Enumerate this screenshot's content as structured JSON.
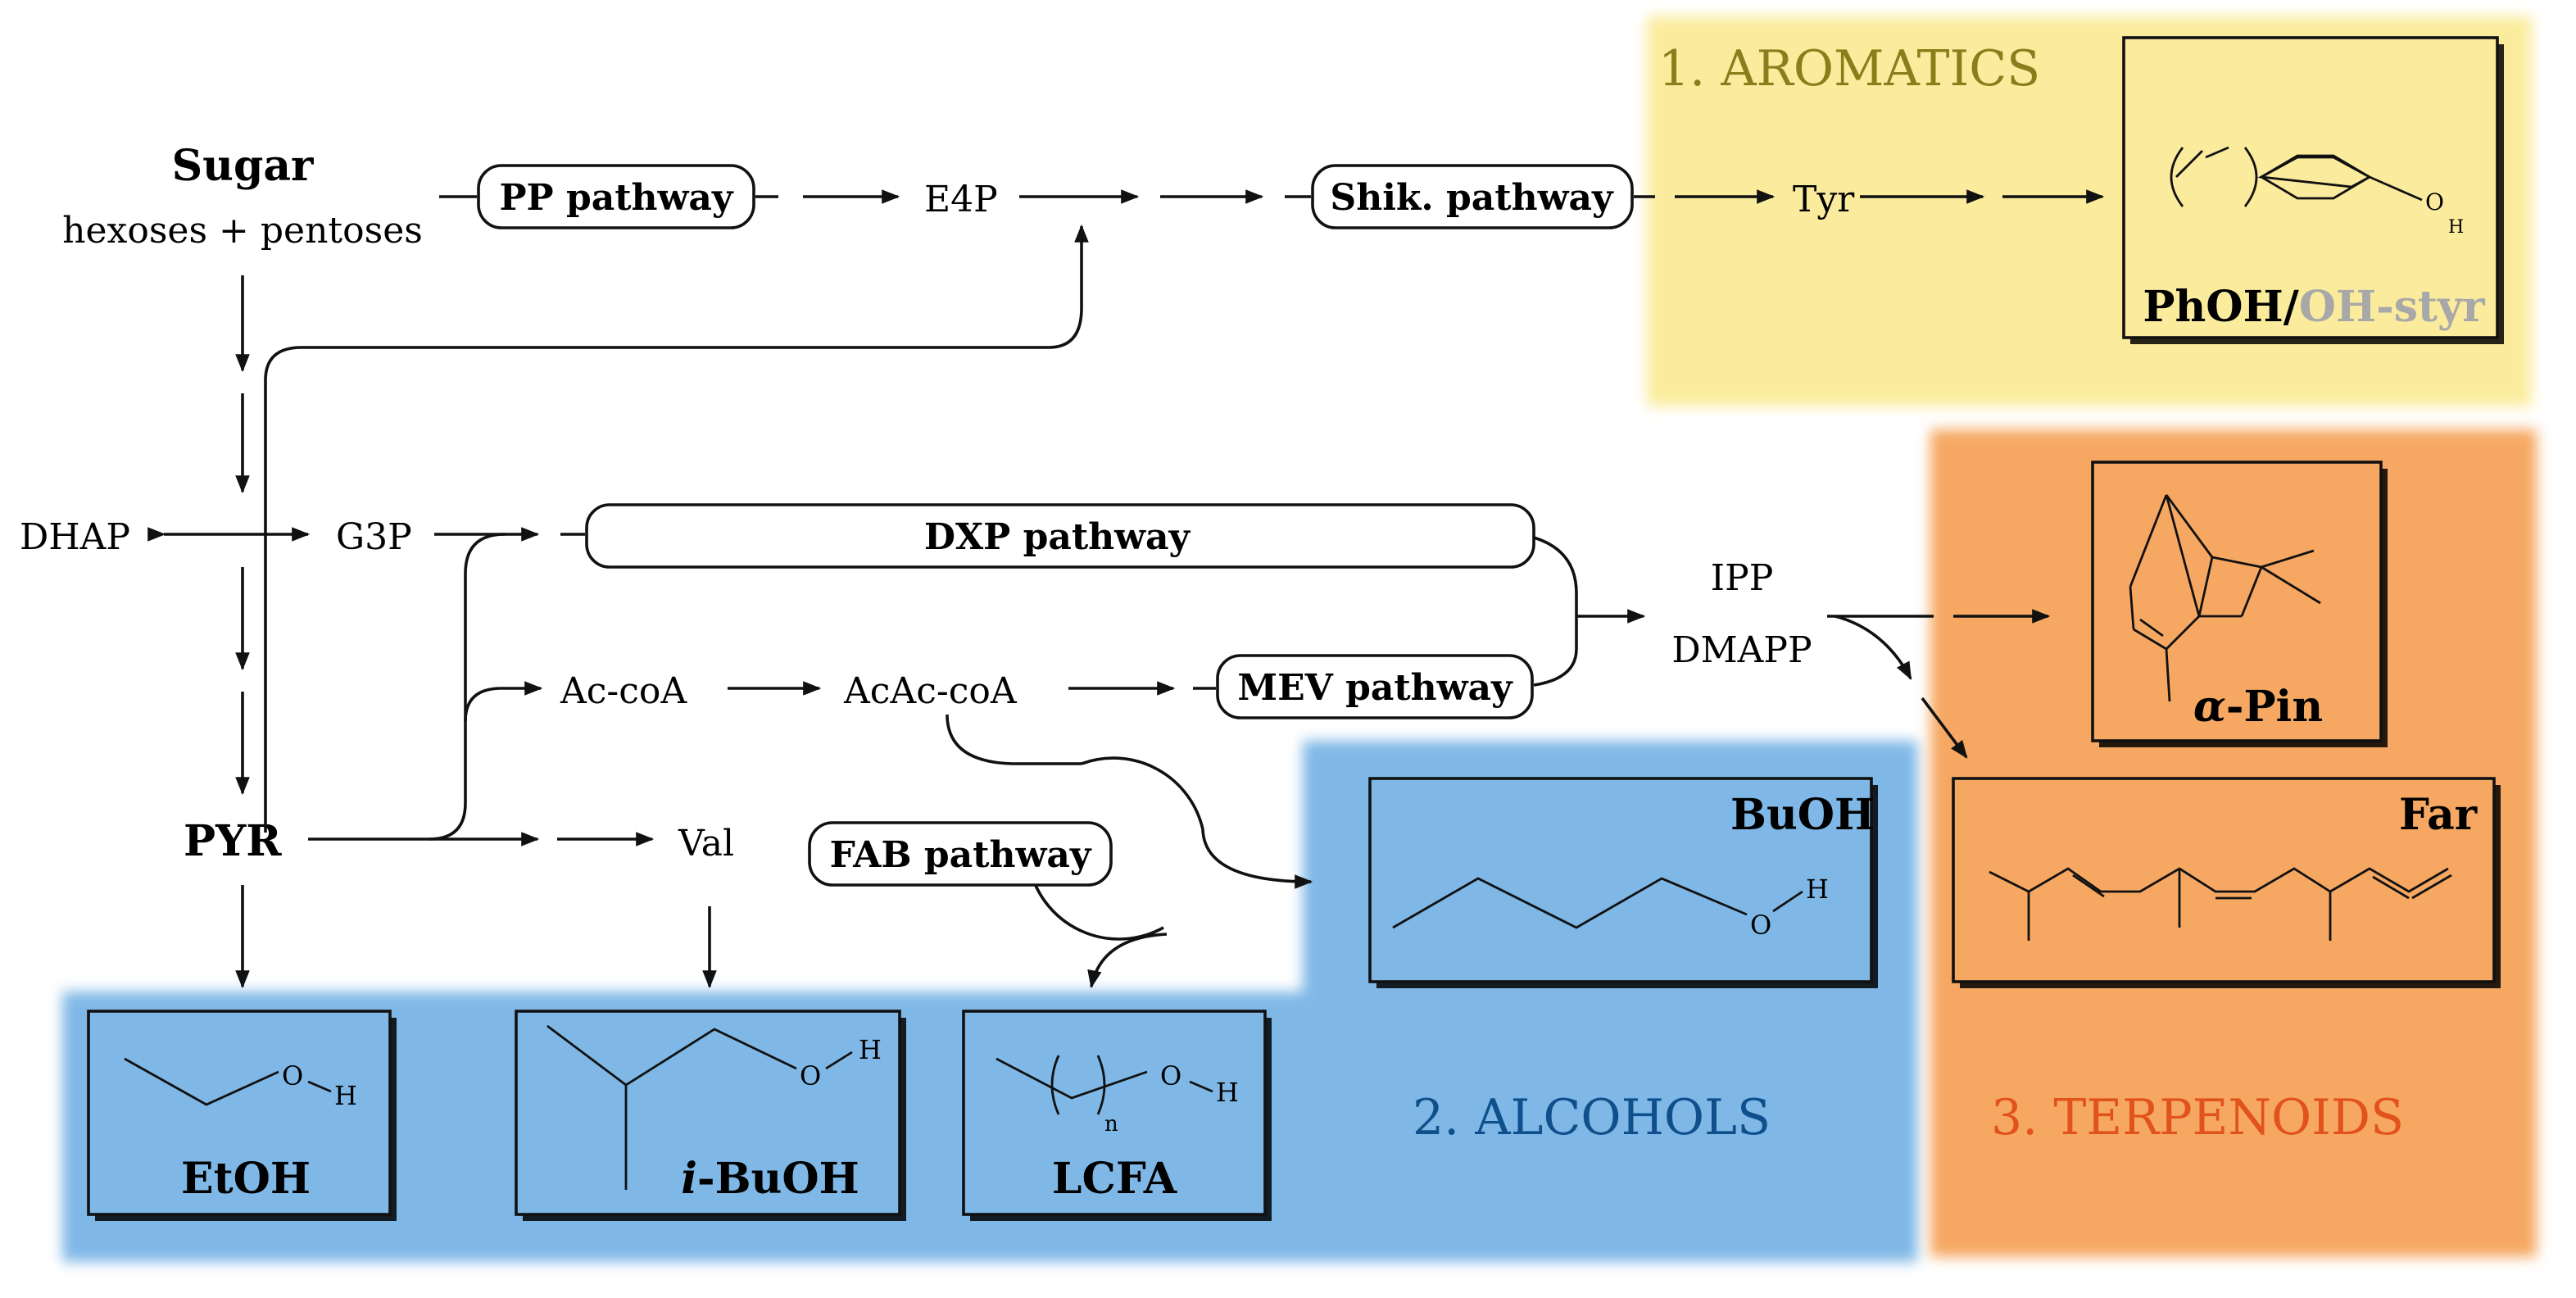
{
  "colors": {
    "aromatics_bg": "#fbec9d",
    "aromatics_title": "#8a7d1c",
    "terpenoids_bg": "#f6a862",
    "terpenoids_title": "#e2521b",
    "alcohols_bg": "#7fb8e6",
    "alcohols_title": "#0e4f8c",
    "styr_gray": "#a8a8a8",
    "line": "#111111"
  },
  "groups": {
    "aromatics": "1. AROMATICS",
    "alcohols": "2. ALCOHOLS",
    "terpenoids": "3. TERPENOIDS"
  },
  "nodes": {
    "sugar": "Sugar",
    "sugar_sub": "hexoses + pentoses",
    "e4p": "E4P",
    "tyr": "Tyr",
    "dhap": "DHAP",
    "g3p": "G3P",
    "pyr": "PYR",
    "accoa": "Ac-coA",
    "acaccoa": "AcAc-coA",
    "val": "Val",
    "ipp": "IPP",
    "dmapp": "DMAPP"
  },
  "pathways": {
    "pp": "PP pathway",
    "shik": "Shik. pathway",
    "dxp": "DXP pathway",
    "mev": "MEV pathway",
    "fab": "FAB pathway"
  },
  "products": {
    "phoh": "PhOH",
    "slash": "/",
    "ohstyr": "OH-styr",
    "apin_alpha": "α",
    "apin_rest": "-Pin",
    "far": "Far",
    "buoh": "BuOH",
    "etoh": "EtOH",
    "ibuoh_i": "i",
    "ibuoh_rest": "-BuOH",
    "lcfa": "LCFA"
  },
  "atoms": {
    "o": "O",
    "h": "H",
    "n": "n"
  }
}
